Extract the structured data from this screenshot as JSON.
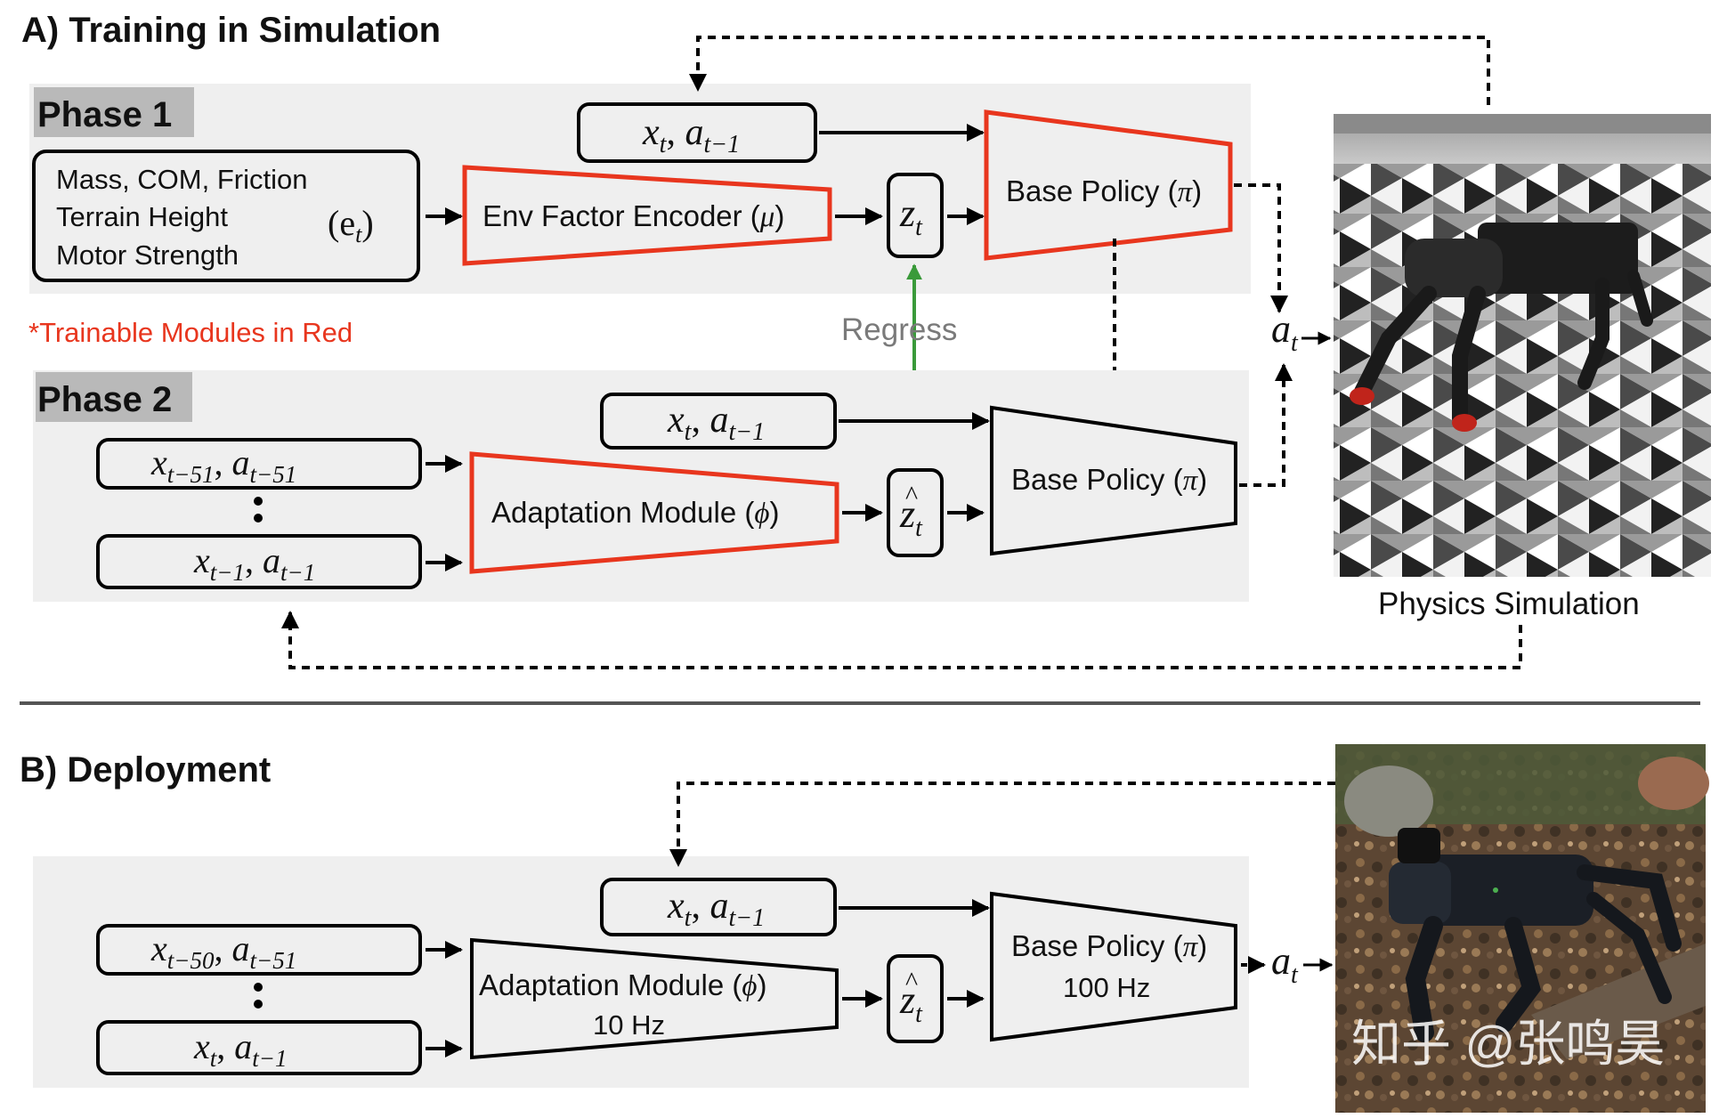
{
  "section_a": {
    "title": "A) Training in Simulation",
    "phase1": {
      "label": "Phase 1",
      "env_factors": [
        "Mass, COM, Friction",
        "Terrain Height",
        "Motor Strength"
      ],
      "env_symbol": "(e",
      "env_symbol_sub": "t",
      "env_symbol_close": ")",
      "obs_input": {
        "x": "x",
        "x_sub": "t",
        "a": "a",
        "a_sub": "t−1"
      },
      "encoder": {
        "label": "Env Factor Encoder (",
        "sym": "μ",
        "close": ")"
      },
      "latent": {
        "sym": "z",
        "sub": "t"
      },
      "policy": {
        "label": "Base Policy (",
        "sym": "π",
        "close": ")"
      }
    },
    "note": "*Trainable Modules in Red",
    "regress": "Regress",
    "action": {
      "sym": "a",
      "sub": "t"
    },
    "phase2": {
      "label": "Phase 2",
      "hist_top": {
        "x": "x",
        "x_sub": "t−51",
        "a": "a",
        "a_sub": "t−51"
      },
      "hist_bottom": {
        "x": "x",
        "x_sub": "t−1",
        "a": "a",
        "a_sub": "t−1"
      },
      "obs_input": {
        "x": "x",
        "x_sub": "t",
        "a": "a",
        "a_sub": "t−1"
      },
      "adapter": {
        "label": "Adaptation Module (",
        "sym": "ϕ",
        "close": ")"
      },
      "latent": {
        "sym": "z",
        "hat": "^",
        "sub": "t"
      },
      "policy": {
        "label": "Base Policy (",
        "sym": "π",
        "close": ")"
      }
    },
    "sim_caption": "Physics Simulation"
  },
  "section_b": {
    "title": "B) Deployment",
    "hist_top": {
      "x": "x",
      "x_sub": "t−50",
      "a": "a",
      "a_sub": "t−51"
    },
    "hist_bottom": {
      "x": "x",
      "x_sub": "t",
      "a": "a",
      "a_sub": "t−1"
    },
    "obs_input": {
      "x": "x",
      "x_sub": "t",
      "a": "a",
      "a_sub": "t−1"
    },
    "adapter": {
      "label": "Adaptation Module (",
      "sym": "ϕ",
      "close": ")",
      "rate": "10 Hz"
    },
    "latent": {
      "sym": "z",
      "hat": "^",
      "sub": "t"
    },
    "policy": {
      "label": "Base Policy (",
      "sym": "π",
      "close": ")",
      "rate": "100 Hz"
    },
    "action": {
      "sym": "a",
      "sub": "t"
    },
    "watermark": "知乎 @张鸣昊"
  },
  "colors": {
    "trainable": "#e8361e",
    "regress": "#3a9a3a",
    "panel": "#efefef",
    "phase_tag": "#b9b9b9"
  }
}
